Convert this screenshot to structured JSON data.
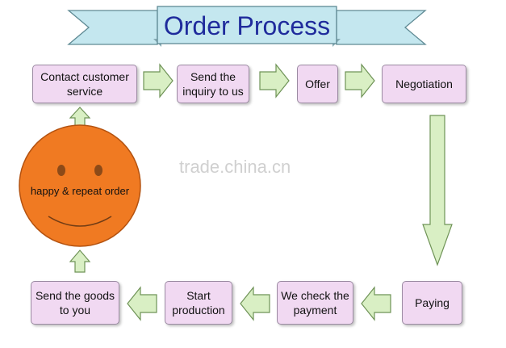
{
  "title": "Order Process",
  "steps": {
    "contact": "Contact customer service",
    "inquiry": "Send the inquiry to us",
    "offer": "Offer",
    "negotiation": "Negotiation",
    "paying": "Paying",
    "check_payment": "We check the payment",
    "start_production": "Start production",
    "send_goods": "Send the goods to you"
  },
  "smiley_label": "happy & repeat order",
  "watermark": "trade.china.cn",
  "colors": {
    "title_text": "#1f2b9c",
    "banner_fill": "#c4e7ef",
    "box_fill": "#f1d9f2",
    "arrow_fill": "#d9efc4",
    "smiley_fill": "#f07a22"
  }
}
